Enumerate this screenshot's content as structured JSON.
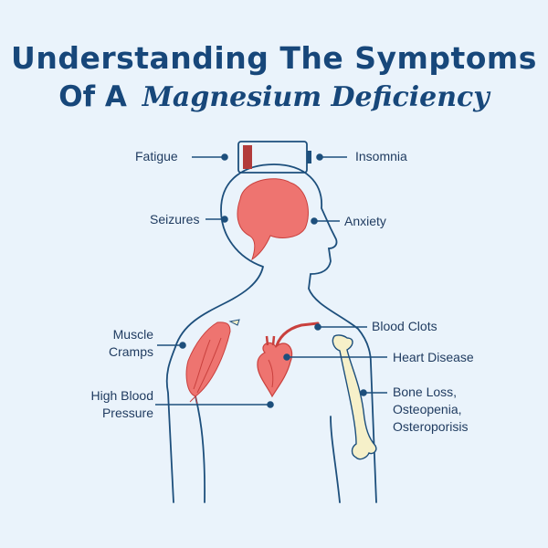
{
  "title": {
    "line1": "Understanding The Symptoms",
    "line2_prefix": "Of A",
    "line2_accent": "Magnesium Deficiency"
  },
  "symptoms": {
    "fatigue": "Fatigue",
    "insomnia": "Insomnia",
    "seizures": "Seizures",
    "anxiety": "Anxiety",
    "muscle_cramps": [
      "Muscle",
      "Cramps"
    ],
    "blood_clots": "Blood Clots",
    "heart_disease": "Heart Disease",
    "high_blood_pressure": [
      "High Blood",
      "Pressure"
    ],
    "bone_loss": [
      "Bone Loss,",
      "Osteopenia,",
      "Osteroporisis"
    ]
  },
  "colors": {
    "title": "#17477a",
    "outline": "#1d4f7c",
    "organ": "#ee7470",
    "organ_dark": "#c9403d",
    "bone": "#f6f0c9",
    "battery_level": "#b23b3b",
    "background": "#eaf3fb"
  },
  "icons": [
    "battery-icon",
    "brain-icon",
    "muscle-icon",
    "heart-icon",
    "blood-vessel-icon",
    "bone-icon",
    "body-outline"
  ]
}
